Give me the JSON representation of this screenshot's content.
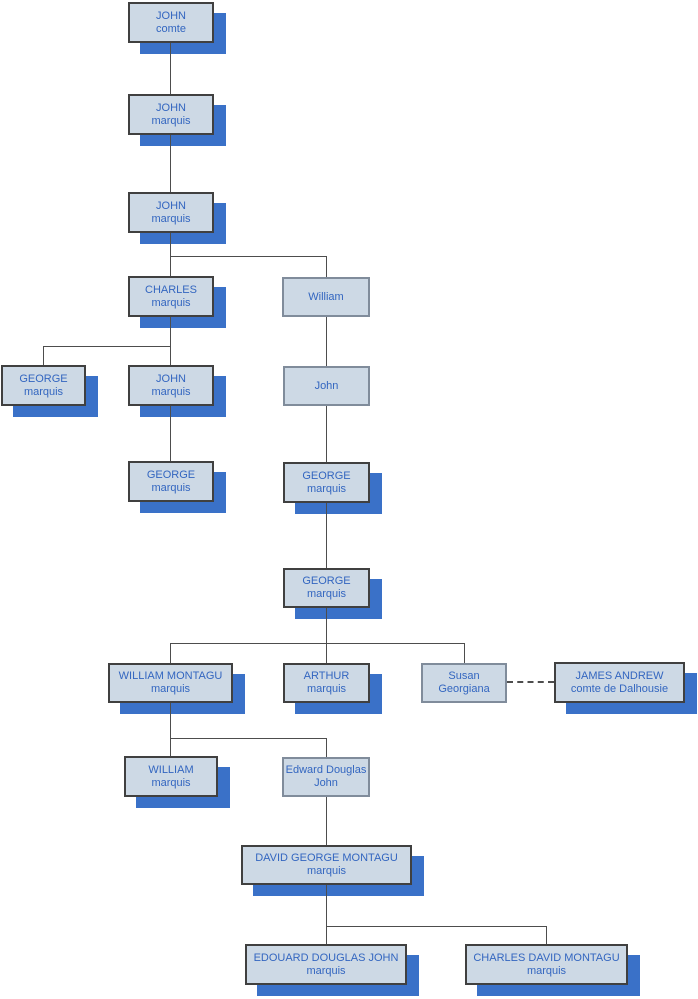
{
  "diagram": {
    "kind": "genealogy-family-tree",
    "colors": {
      "box_fill": "#cdd9e5",
      "border_titled": "#404040",
      "border_untitled": "#808c9b",
      "shadow": "#3a71c8",
      "line": "#4d4d4d",
      "text": "#3366c0",
      "background": "#ffffff"
    },
    "nodes": [
      {
        "id": "john-comte",
        "line1": "JOHN",
        "line2": "comte"
      },
      {
        "id": "john-marquis-1",
        "line1": "JOHN",
        "line2": "marquis"
      },
      {
        "id": "john-marquis-2",
        "line1": "JOHN",
        "line2": "marquis"
      },
      {
        "id": "charles-marquis",
        "line1": "CHARLES",
        "line2": "marquis"
      },
      {
        "id": "william",
        "line1": "William",
        "line2": ""
      },
      {
        "id": "george-marquis-1",
        "line1": "GEORGE",
        "line2": "marquis"
      },
      {
        "id": "john-marquis-3",
        "line1": "JOHN",
        "line2": "marquis"
      },
      {
        "id": "john",
        "line1": "John",
        "line2": ""
      },
      {
        "id": "george-marquis-2",
        "line1": "GEORGE",
        "line2": "marquis"
      },
      {
        "id": "george-marquis-3",
        "line1": "GEORGE",
        "line2": "marquis"
      },
      {
        "id": "george-marquis-4",
        "line1": "GEORGE",
        "line2": "marquis"
      },
      {
        "id": "william-montagu-marquis",
        "line1": "WILLIAM MONTAGU",
        "line2": "marquis"
      },
      {
        "id": "arthur-marquis",
        "line1": "ARTHUR",
        "line2": "marquis"
      },
      {
        "id": "susan-georgiana",
        "line1": "Susan",
        "line2": "Georgiana"
      },
      {
        "id": "james-andrew-comte",
        "line1": "JAMES ANDREW",
        "line2": "comte de Dalhousie"
      },
      {
        "id": "william-marquis",
        "line1": "WILLIAM",
        "line2": "marquis"
      },
      {
        "id": "edward-douglas-john",
        "line1": "Edward Douglas",
        "line2": "John"
      },
      {
        "id": "david-george-montagu-marquis",
        "line1": "DAVID GEORGE MONTAGU",
        "line2": "marquis"
      },
      {
        "id": "edouard-douglas-john-marquis",
        "line1": "EDOUARD DOUGLAS JOHN",
        "line2": "marquis"
      },
      {
        "id": "charles-david-montagu-marquis",
        "line1": "CHARLES DAVID MONTAGU",
        "line2": "marquis"
      }
    ],
    "marriage_connector_style": "dashed"
  }
}
